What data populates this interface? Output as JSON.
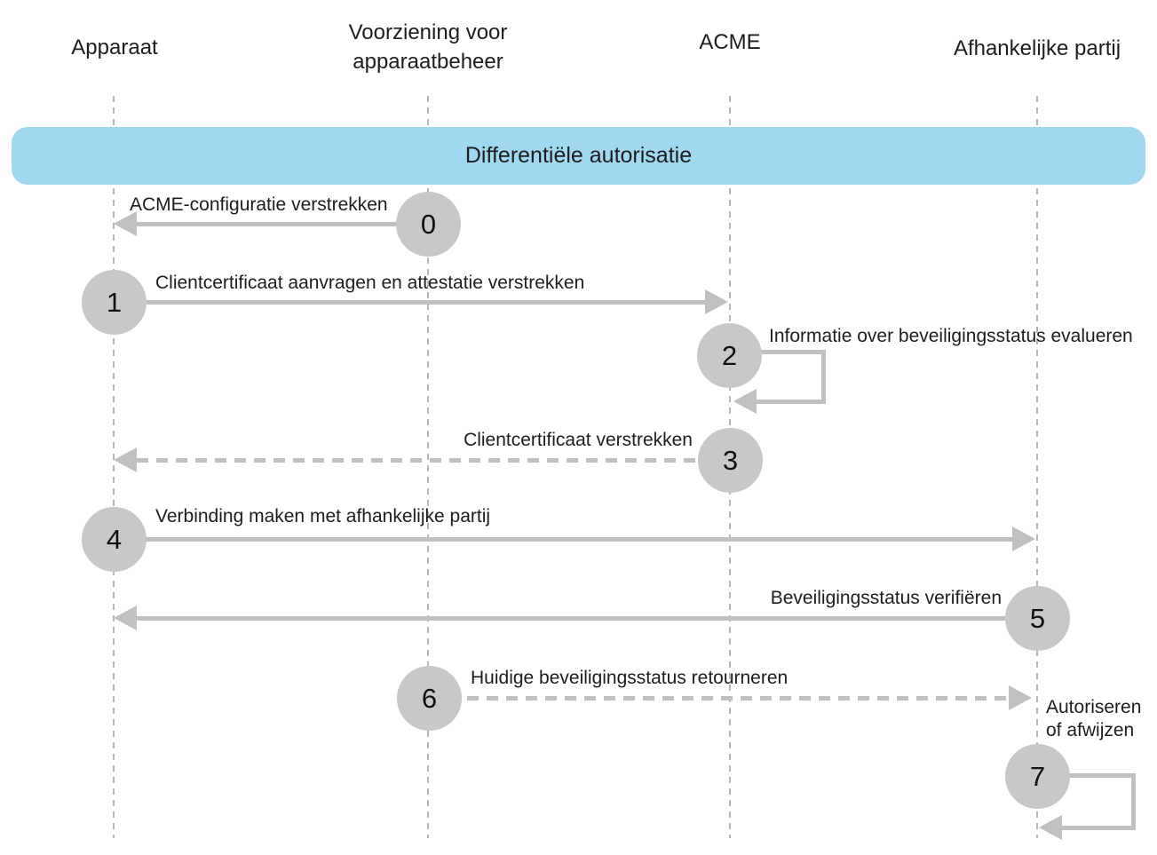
{
  "diagram": {
    "title": "Differentiële autorisatie",
    "actors": [
      {
        "name": "Apparaat"
      },
      {
        "name": "Voorziening voor apparaatbeheer"
      },
      {
        "name": "ACME"
      },
      {
        "name": "Afhankelijke partij"
      }
    ],
    "messages": [
      {
        "step": "0",
        "label": "ACME-configuratie verstrekken",
        "from": "Voorziening voor apparaatbeheer",
        "to": "Apparaat",
        "style": "solid"
      },
      {
        "step": "1",
        "label": "Clientcertificaat aanvragen en attestatie verstrekken",
        "from": "Apparaat",
        "to": "ACME",
        "style": "solid"
      },
      {
        "step": "2",
        "label": "Informatie over beveiligingsstatus evalueren",
        "from": "ACME",
        "to": "ACME",
        "style": "self-loop"
      },
      {
        "step": "3",
        "label": "Clientcertificaat verstrekken",
        "from": "ACME",
        "to": "Apparaat",
        "style": "dashed"
      },
      {
        "step": "4",
        "label": "Verbinding maken met afhankelijke partij",
        "from": "Apparaat",
        "to": "Afhankelijke partij",
        "style": "solid"
      },
      {
        "step": "5",
        "label": "Beveiligingsstatus verifiëren",
        "from": "Afhankelijke partij",
        "to": "Apparaat",
        "style": "solid"
      },
      {
        "step": "6",
        "label": "Huidige beveiligingsstatus retourneren",
        "from": "Voorziening voor apparaatbeheer",
        "to": "Afhankelijke partij",
        "style": "dashed"
      },
      {
        "step": "7",
        "label": "Autoriseren of afwijzen",
        "from": "Afhankelijke partij",
        "to": "Afhankelijke partij",
        "style": "self-loop"
      }
    ],
    "colors": {
      "banner_blue": "#9fd8f0",
      "circle_gray": "#c8c8c8",
      "arrow_gray": "#c0c0c0",
      "lifeline_gray": "#b6b6b6",
      "text": "#1d1d1f"
    }
  }
}
